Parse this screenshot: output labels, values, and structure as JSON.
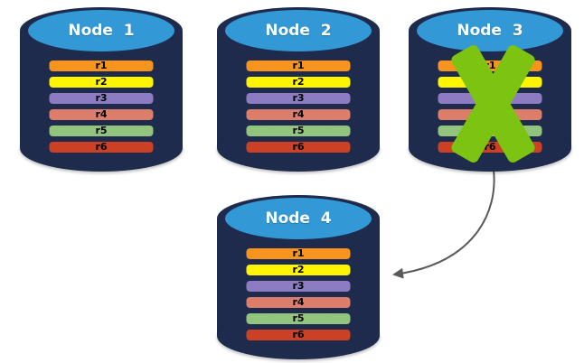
{
  "diagram": {
    "nodes": [
      {
        "id": "node-1",
        "label": "Node  1",
        "failed": false,
        "rows": [
          {
            "label": "r1",
            "color": "#F7941E"
          },
          {
            "label": "r2",
            "color": "#FFF500"
          },
          {
            "label": "r3",
            "color": "#8E7CC3"
          },
          {
            "label": "r4",
            "color": "#DD7E6B"
          },
          {
            "label": "r5",
            "color": "#93C47D"
          },
          {
            "label": "r6",
            "color": "#CC4125"
          }
        ]
      },
      {
        "id": "node-2",
        "label": "Node  2",
        "failed": false,
        "rows": [
          {
            "label": "r1",
            "color": "#F7941E"
          },
          {
            "label": "r2",
            "color": "#FFF500"
          },
          {
            "label": "r3",
            "color": "#8E7CC3"
          },
          {
            "label": "r4",
            "color": "#DD7E6B"
          },
          {
            "label": "r5",
            "color": "#93C47D"
          },
          {
            "label": "r6",
            "color": "#CC4125"
          }
        ]
      },
      {
        "id": "node-3",
        "label": "Node  3",
        "failed": true,
        "rows": [
          {
            "label": "r1",
            "color": "#F7941E"
          },
          {
            "label": "r2",
            "color": "#FFF500"
          },
          {
            "label": "r3",
            "color": "#8E7CC3"
          },
          {
            "label": "r4",
            "color": "#DD7E6B"
          },
          {
            "label": "r5",
            "color": "#93C47D"
          },
          {
            "label": "r6",
            "color": "#CC4125"
          }
        ]
      },
      {
        "id": "node-4",
        "label": "Node  4",
        "failed": false,
        "rows": [
          {
            "label": "r1",
            "color": "#F7941E"
          },
          {
            "label": "r2",
            "color": "#FFF500"
          },
          {
            "label": "r3",
            "color": "#8E7CC3"
          },
          {
            "label": "r4",
            "color": "#DD7E6B"
          },
          {
            "label": "r5",
            "color": "#93C47D"
          },
          {
            "label": "r6",
            "color": "#CC4125"
          }
        ]
      }
    ],
    "colors": {
      "cylinder_body": "#1E2B4D",
      "cylinder_top": "#3399D6",
      "failure_x": "#7CC312",
      "arrow": "#595959",
      "title_text": "#FFFFFF",
      "row_text": "#000000",
      "background": "#FFFFFF"
    }
  }
}
